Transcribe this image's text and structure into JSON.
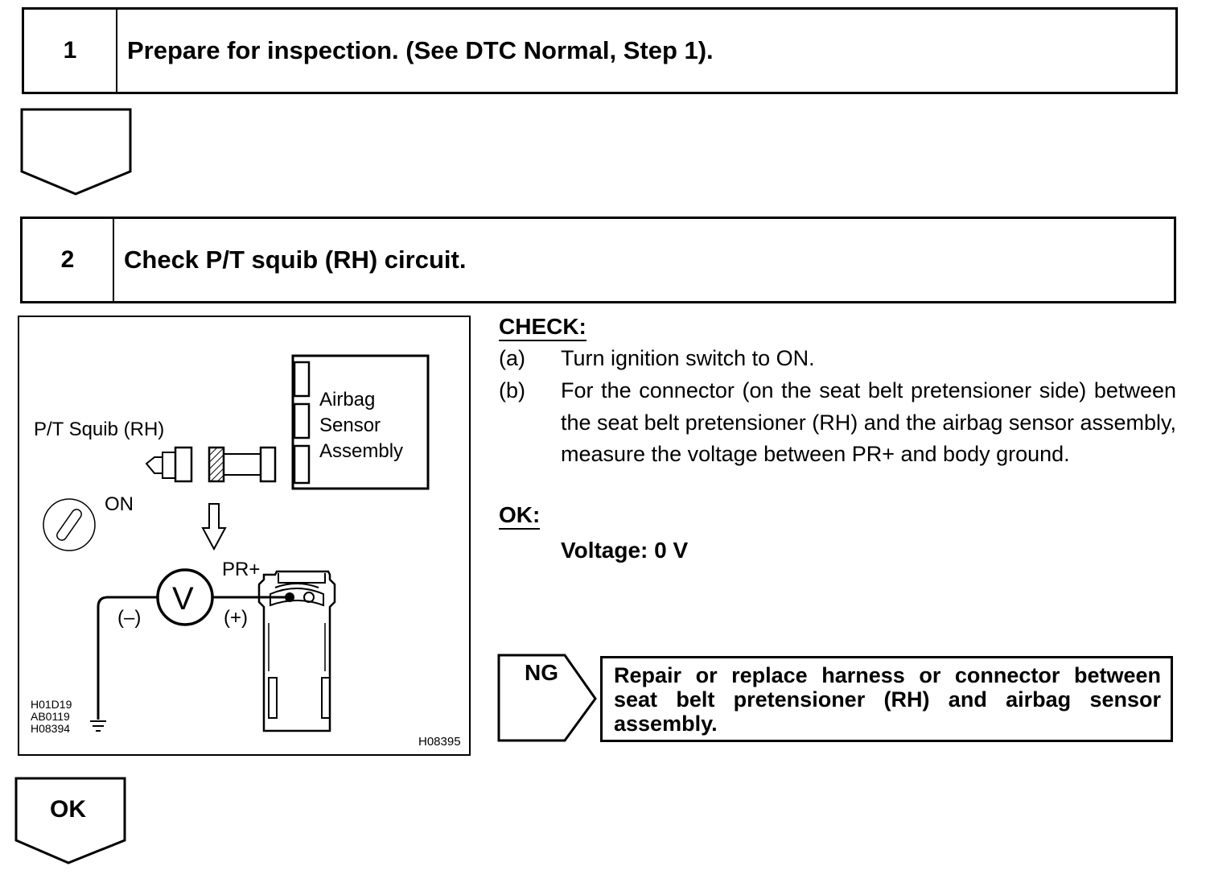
{
  "step1": {
    "number": "1",
    "title": "Prepare for inspection. (See DTC Normal, Step 1)."
  },
  "step2": {
    "number": "2",
    "title": "Check P/T squib (RH) circuit."
  },
  "figure": {
    "squib_label": "P/T Squib (RH)",
    "sensor_label_lines": [
      "Airbag",
      "Sensor",
      "Assembly"
    ],
    "ignition_label": "ON",
    "terminal_label": "PR+",
    "meter_symbol": "V",
    "neg_label": "(–)",
    "pos_label": "(+)",
    "ref_codes": [
      "H01D19",
      "AB0119",
      "H08394"
    ],
    "figure_code": "H08395"
  },
  "check": {
    "heading": "CHECK:",
    "items": [
      {
        "label": "(a)",
        "text": "Turn ignition switch to ON."
      },
      {
        "label": "(b)",
        "text": "For the connector (on the seat belt pretensioner side) between the seat belt pretensioner (RH) and the airbag sensor assembly, measure the voltage between PR+ and body ground."
      }
    ],
    "ok_heading": "OK:",
    "ok_value": "Voltage: 0 V"
  },
  "ng": {
    "label": "NG",
    "action": "Repair or replace harness or connector between seat belt pretensioner (RH) and airbag sensor assembly."
  },
  "ok_flow": {
    "label": "OK"
  }
}
